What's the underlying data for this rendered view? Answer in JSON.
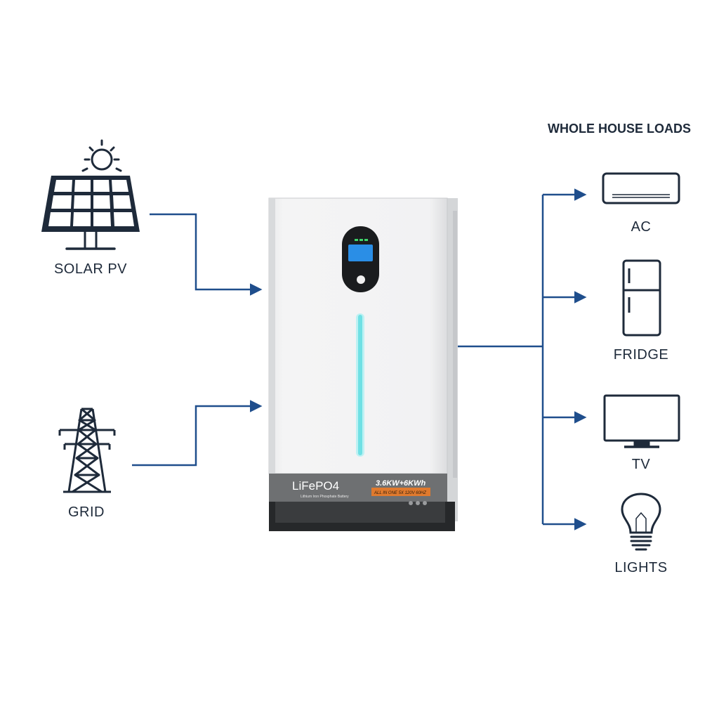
{
  "sources": [
    {
      "label": "SOLAR PV",
      "icon": "solar-panel-icon"
    },
    {
      "label": "GRID",
      "icon": "transmission-tower-icon"
    }
  ],
  "battery": {
    "brand_label": "LiFePO4",
    "sub_label": "Lithium Iron Phosphate Battery",
    "spec_label": "3.6KW+6KWh",
    "spec_detail": "ALL IN ONE  5X  120V 60HZ"
  },
  "loads": {
    "title": "WHOLE HOUSE LOADS",
    "items": [
      {
        "label": "AC",
        "icon": "air-conditioner-icon"
      },
      {
        "label": "FRIDGE",
        "icon": "fridge-icon"
      },
      {
        "label": "TV",
        "icon": "tv-icon"
      },
      {
        "label": "LIGHTS",
        "icon": "light-bulb-icon"
      }
    ]
  },
  "colors": {
    "line": "#1f4e8c",
    "icon": "#1e2a3a",
    "accent_cyan": "#6fe0e4",
    "screen_blue": "#2a8ee6",
    "spec_orange": "#e07a2e"
  }
}
